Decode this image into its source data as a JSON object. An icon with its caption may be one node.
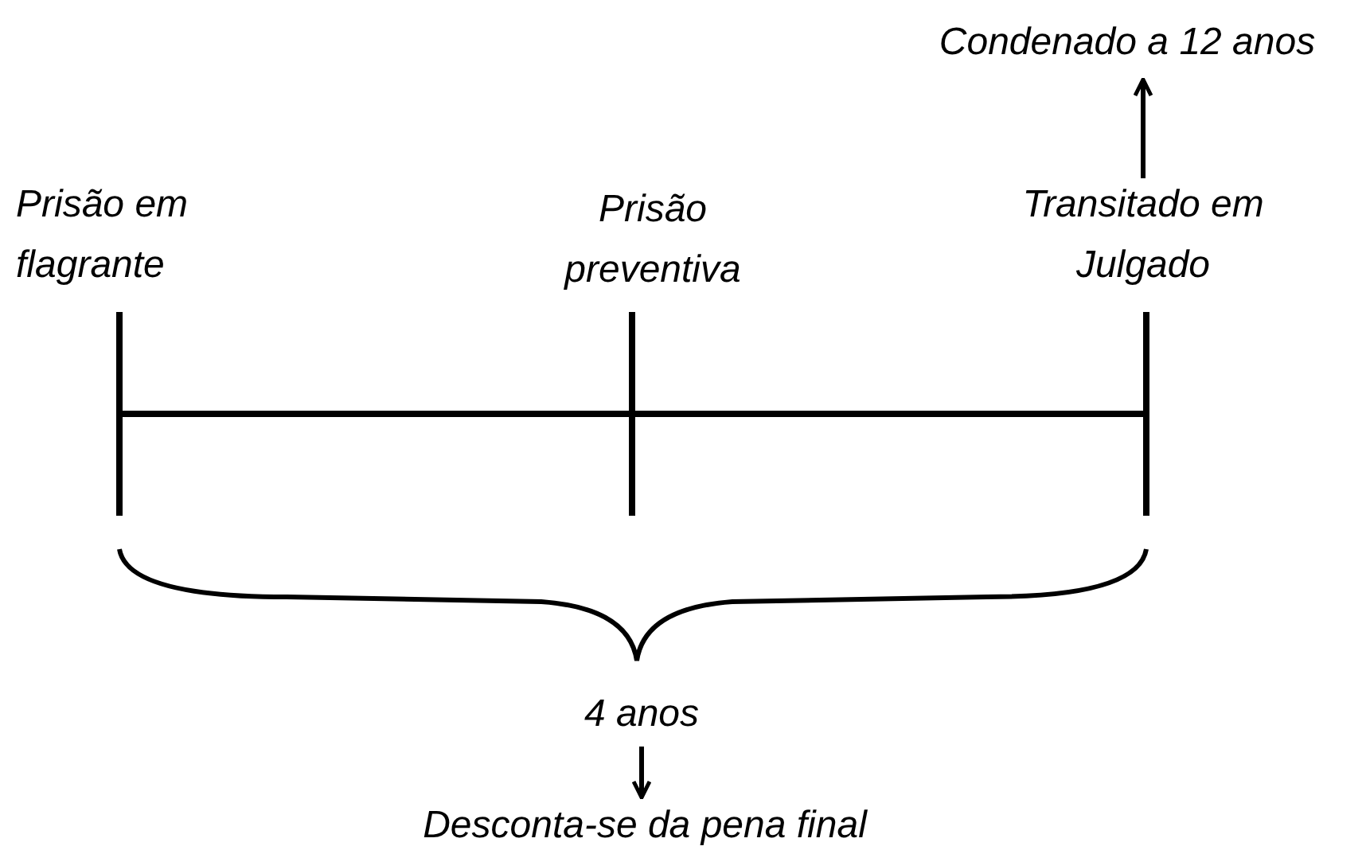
{
  "diagram": {
    "nodes": [
      {
        "text": [
          "Prisão em flagrante"
        ]
      },
      {
        "text": [
          "Prisão preventiva"
        ]
      },
      {
        "text": [
          "Transitado em Julgado"
        ]
      },
      {
        "text": [
          "Condenado a 12 anos"
        ]
      },
      {
        "text": [
          "4 anos"
        ]
      },
      {
        "text": [
          "Desconta-se da pena final"
        ]
      }
    ],
    "edges": [
      {
        "from": 2,
        "to": 3,
        "arrow": "to"
      },
      {
        "from": 4,
        "to": 5,
        "arrow": "to"
      }
    ]
  }
}
